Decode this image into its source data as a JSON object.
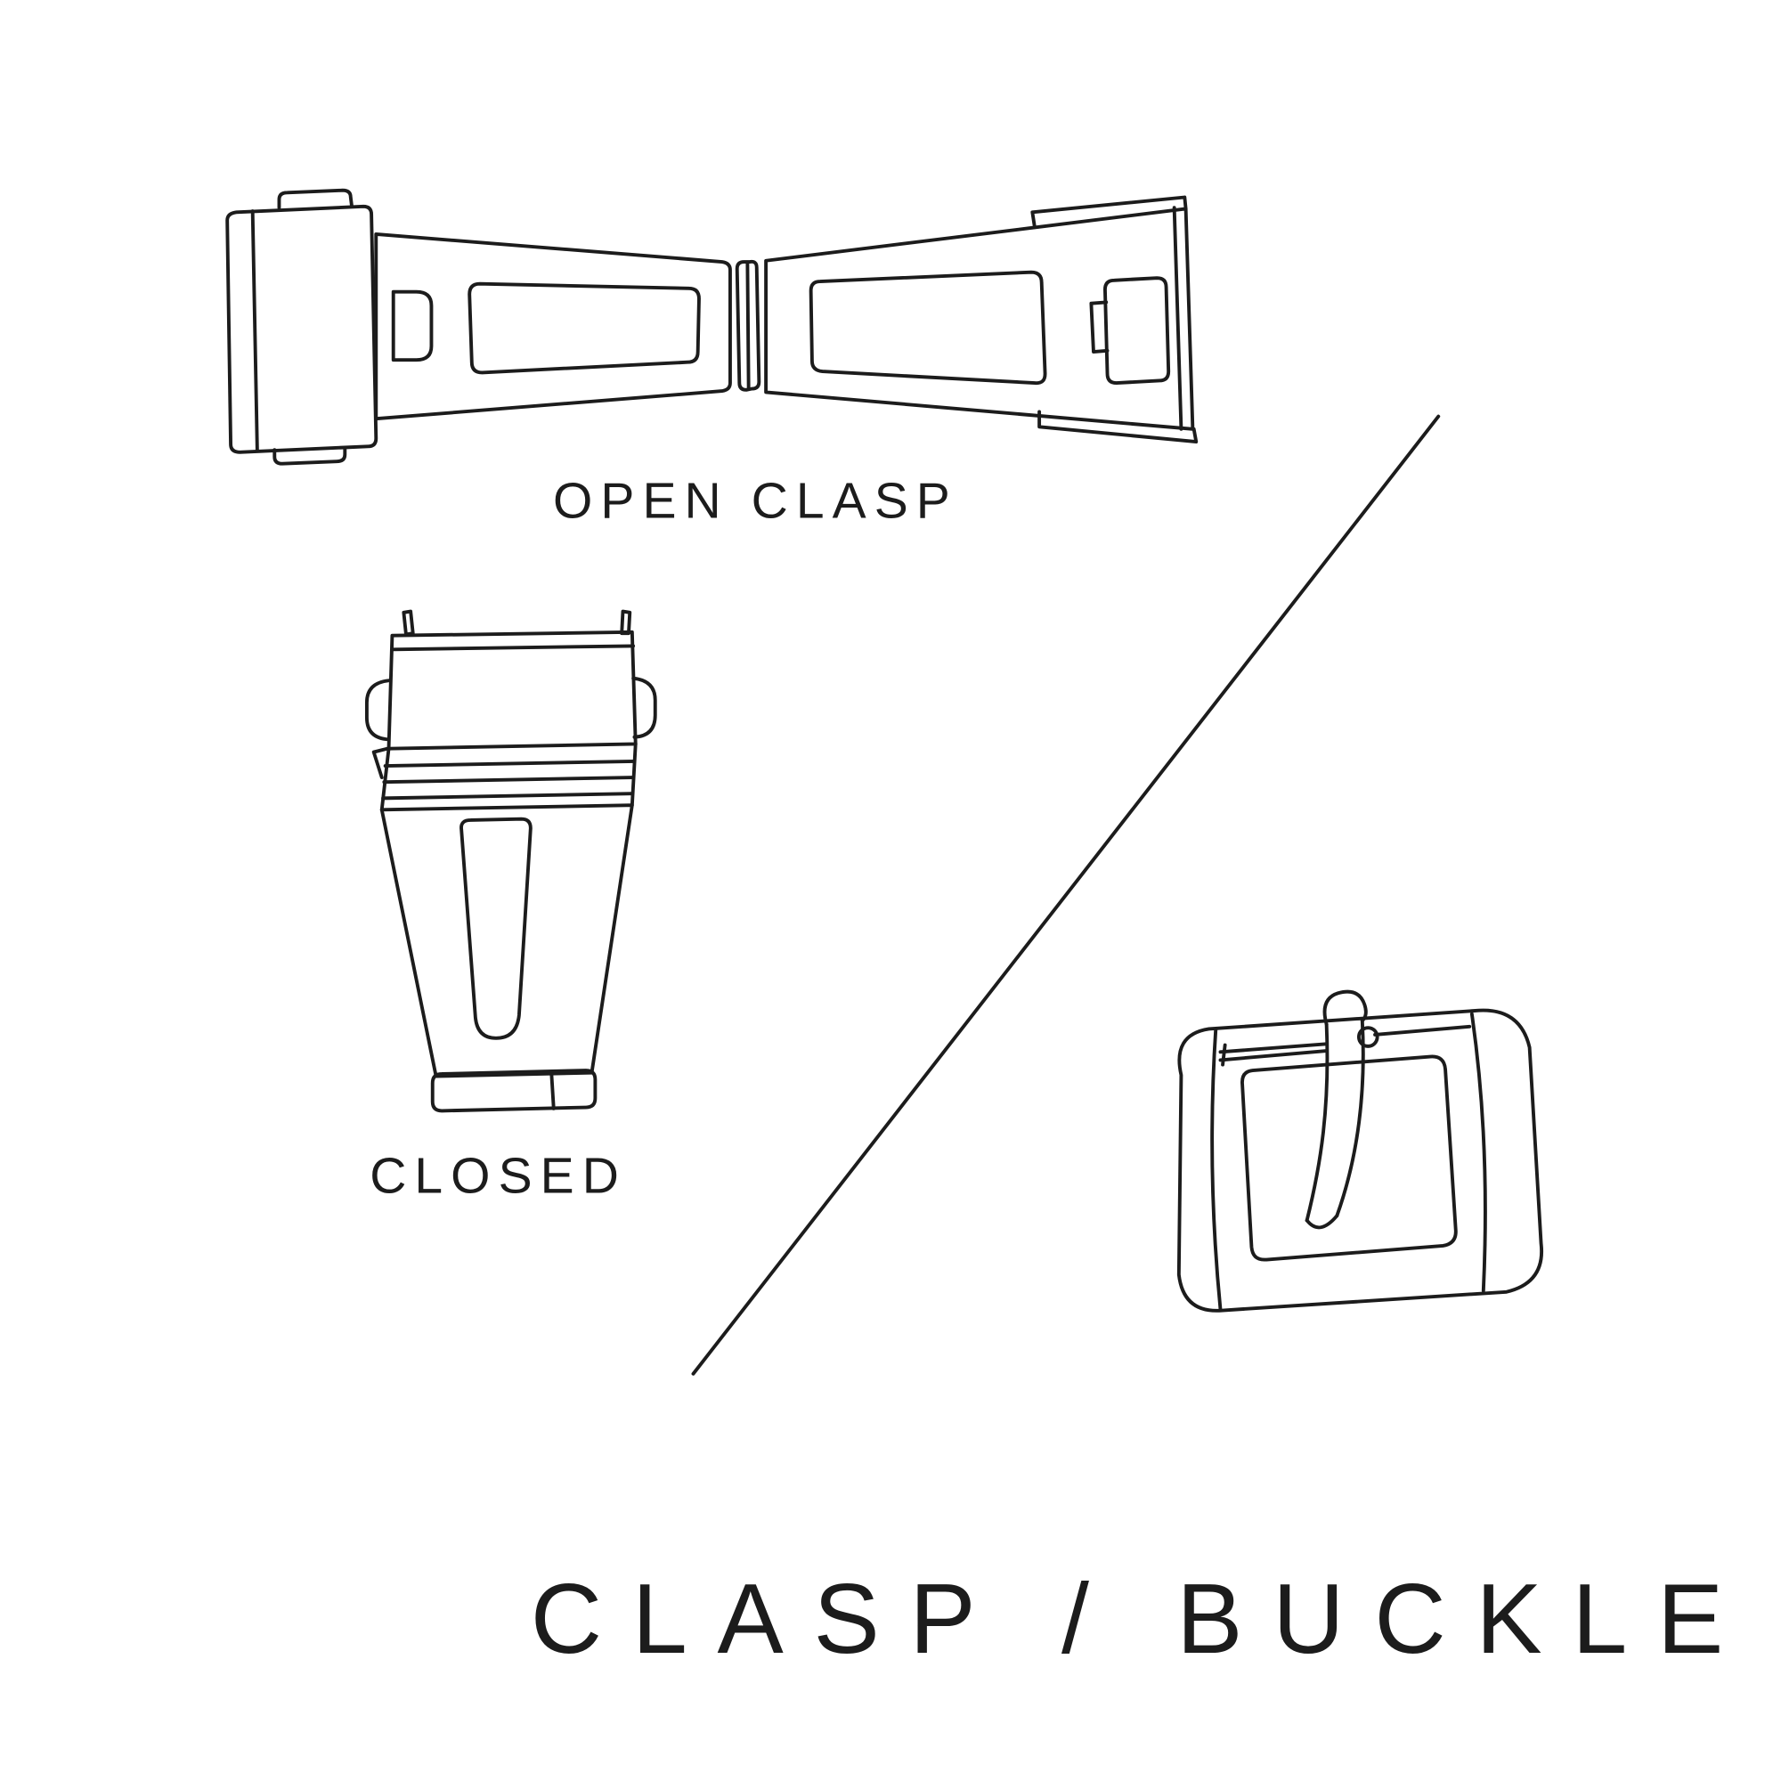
{
  "title": "CLASP / BUCKLE",
  "labels": {
    "open_clasp": "OPEN CLASP",
    "closed": "CLOSED"
  },
  "colors": {
    "line": "#1c1c1c",
    "background": "#ffffff"
  }
}
